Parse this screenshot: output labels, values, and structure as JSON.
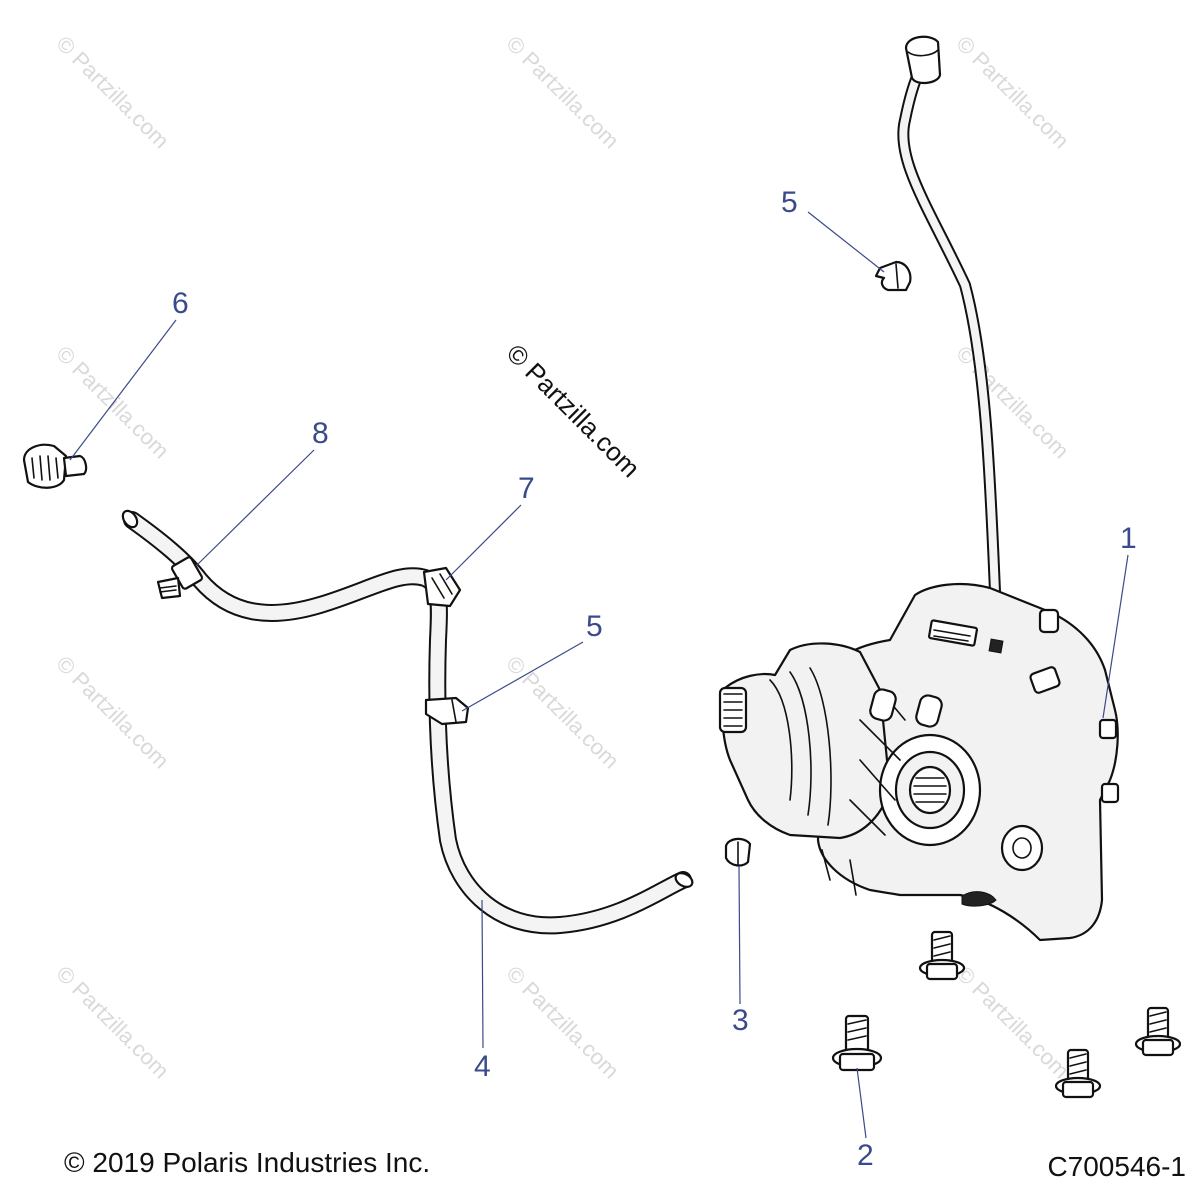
{
  "watermark": {
    "text": "© Partzilla.com"
  },
  "callouts": {
    "c1": "1",
    "c2": "2",
    "c3": "3",
    "c4": "4",
    "c5a": "5",
    "c5b": "5",
    "c6": "6",
    "c7": "7",
    "c8": "8"
  },
  "footer": {
    "copyright": "© 2019 Polaris Industries Inc.",
    "drawing_number": "C700546-1"
  },
  "colors": {
    "callout": "#3b4a8a",
    "line": "#111111",
    "watermark": "#d9d9d9"
  }
}
